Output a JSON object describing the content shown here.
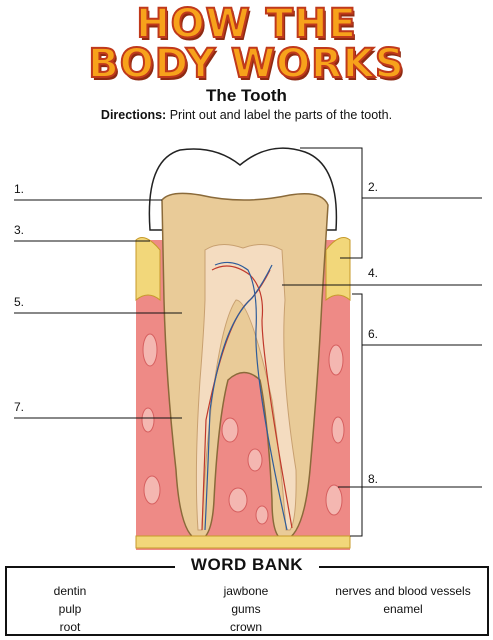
{
  "logo": {
    "line1": "HOW THE",
    "line2": "BODY WORKS"
  },
  "title": "The Tooth",
  "directions": {
    "label": "Directions:",
    "text": " Print out and label the parts of the tooth."
  },
  "labels": [
    "1.",
    "2.",
    "3.",
    "4.",
    "5.",
    "6.",
    "7.",
    "8."
  ],
  "word_bank": {
    "title": "WORD BANK",
    "col1": [
      "dentin",
      "pulp",
      "root"
    ],
    "col2": [
      "jawbone",
      "gums",
      "crown"
    ],
    "col3": [
      "nerves and blood vessels",
      "enamel"
    ]
  }
}
